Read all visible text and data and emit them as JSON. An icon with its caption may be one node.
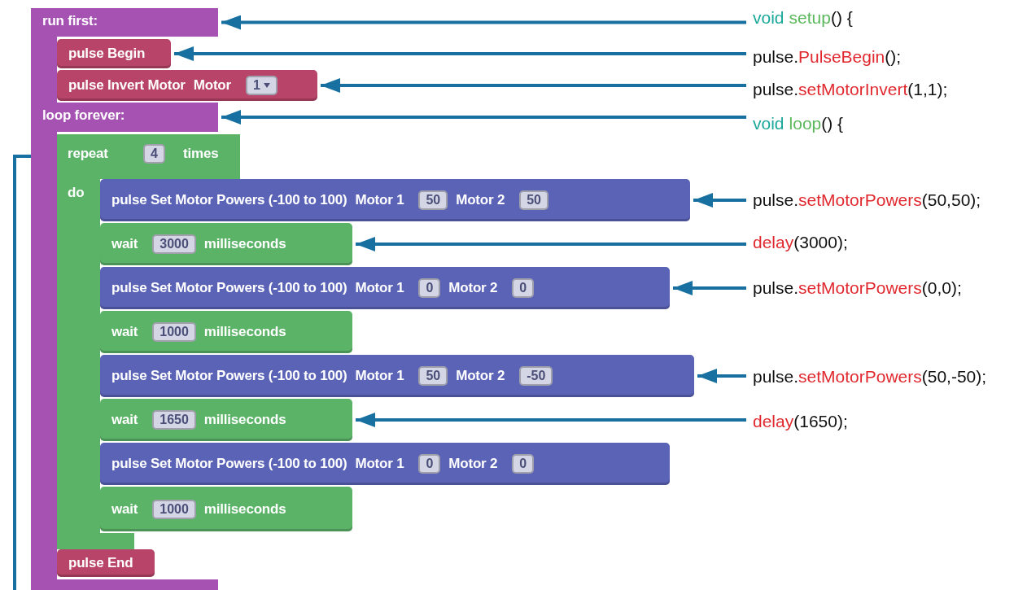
{
  "diagram": {
    "nodes": [
      {
        "text": [
          "run first:"
        ]
      },
      {
        "text": [
          "pulse Begin"
        ],
        "in": 0
      },
      {
        "text": [
          "pulse Invert Motor",
          "Motor",
          "1"
        ]
      },
      {
        "text": [
          "loop forever:"
        ]
      },
      {
        "text": [
          "repeat",
          "4",
          "times",
          "do"
        ],
        "in": 3
      },
      {
        "text": [
          "pulse Set Motor Powers (-100 to 100)",
          "Motor 1",
          "50",
          "Motor 2",
          "50"
        ]
      },
      {
        "text": [
          "wait",
          "3000",
          "milliseconds"
        ]
      },
      {
        "text": [
          "pulse Set Motor Powers (-100 to 100)",
          "Motor 1",
          "0",
          "Motor 2",
          "0"
        ]
      },
      {
        "text": [
          "wait",
          "1000",
          "milliseconds"
        ]
      },
      {
        "text": [
          "pulse Set Motor Powers (-100 to 100)",
          "Motor 1",
          "50",
          "Motor 2",
          "-50"
        ]
      },
      {
        "text": [
          "wait",
          "1650",
          "milliseconds"
        ]
      },
      {
        "text": [
          "pulse Set Motor Powers (-100 to 100)",
          "Motor 1",
          "0",
          "Motor 2",
          "0"
        ]
      },
      {
        "text": [
          "wait",
          "1000",
          "milliseconds"
        ]
      },
      {
        "text": [
          "pulse End"
        ],
        "in": 3
      },
      {
        "text": [
          "void",
          "setup",
          "() {"
        ]
      },
      {
        "text": [
          "pulse.",
          "PulseBegin",
          "();"
        ]
      },
      {
        "text": [
          "pulse.",
          "setMotorInvert",
          "(1,1);"
        ]
      },
      {
        "text": [
          "void",
          "loop",
          "() {"
        ]
      },
      {
        "text": [
          "pulse.",
          "setMotorPowers",
          "(50,50);"
        ]
      },
      {
        "text": [
          "delay",
          "(3000);"
        ]
      },
      {
        "text": [
          "pulse.",
          "setMotorPowers",
          "(0,0);"
        ]
      },
      {
        "text": [
          "pulse.",
          "setMotorPowers",
          "(50,-50);"
        ]
      },
      {
        "text": [
          "delay",
          "(1650);"
        ]
      }
    ],
    "edges": [
      {
        "from": 14,
        "to": 0,
        "arrow": "to"
      },
      {
        "from": 15,
        "to": 1,
        "arrow": "to"
      },
      {
        "from": 16,
        "to": 2,
        "arrow": "to"
      },
      {
        "from": 17,
        "to": 3,
        "arrow": "to"
      },
      {
        "from": 18,
        "to": 5,
        "arrow": "to"
      },
      {
        "from": 19,
        "to": 6,
        "arrow": "to"
      },
      {
        "from": 20,
        "to": 7,
        "arrow": "to"
      },
      {
        "from": 21,
        "to": 9,
        "arrow": "to"
      },
      {
        "from": 22,
        "to": 10,
        "arrow": "to"
      },
      {
        "from": null,
        "to": 4,
        "arrow": "to"
      }
    ]
  }
}
